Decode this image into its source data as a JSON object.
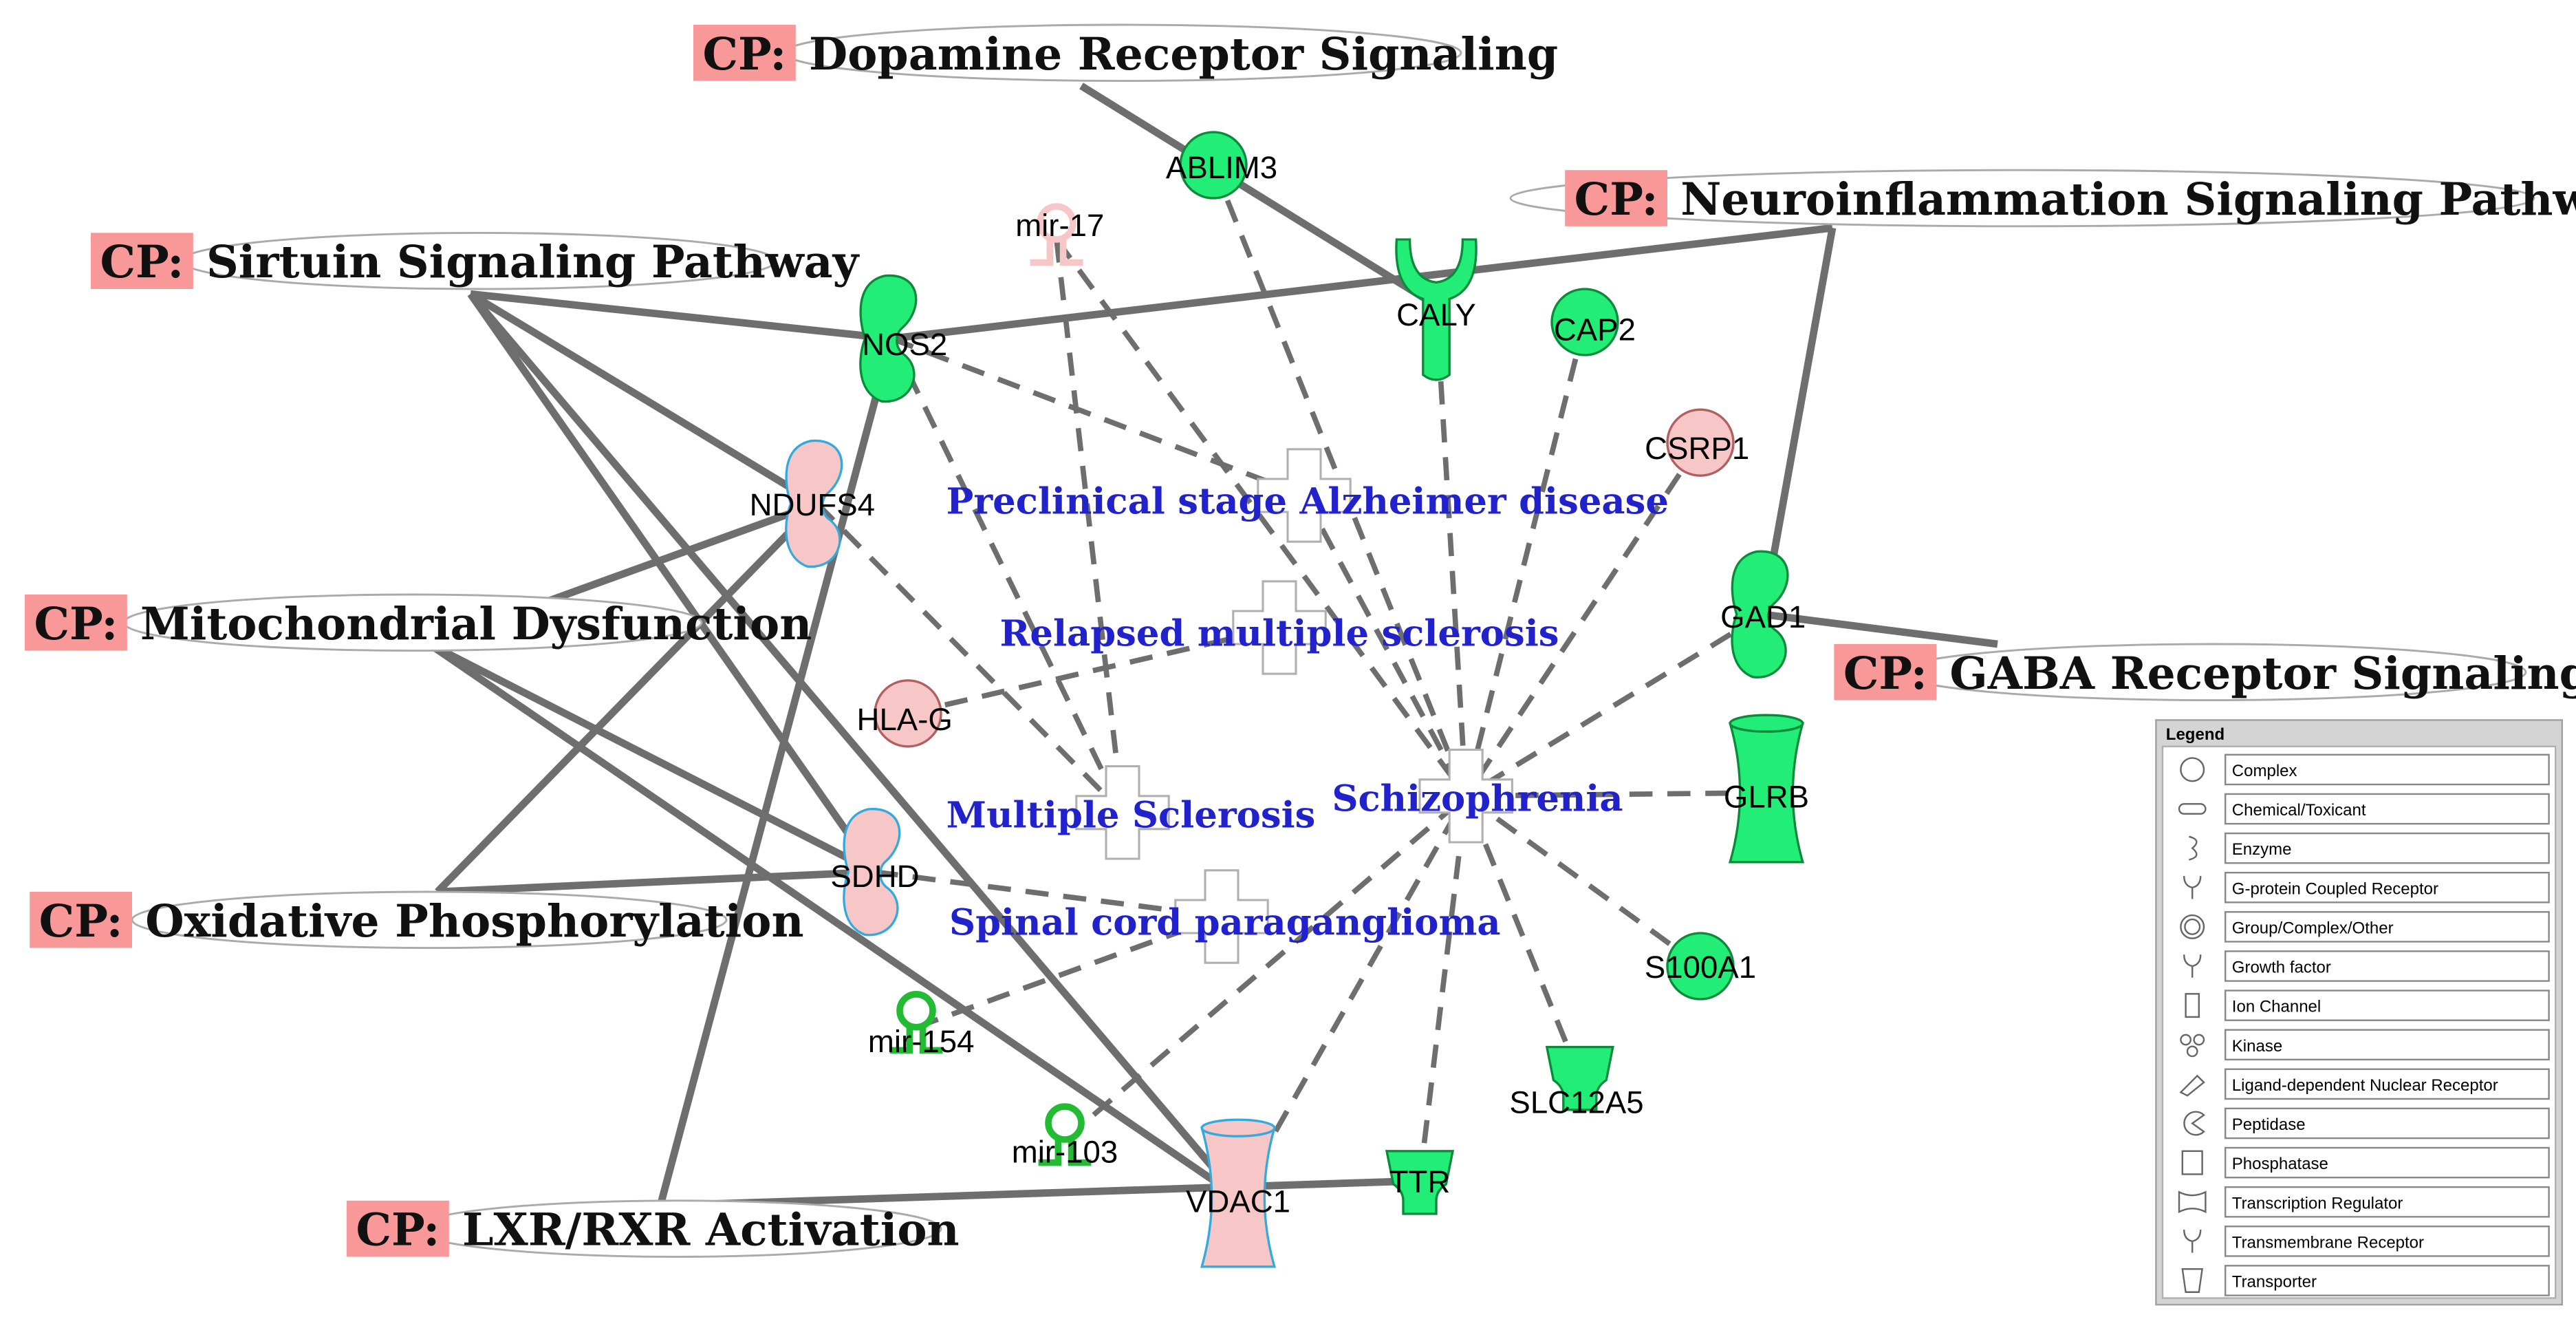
{
  "colors": {
    "up": "#f7c6c6",
    "up_stroke": "#b06060",
    "down": "#22ee77",
    "down_stroke": "#0a8a3a",
    "cp_tag": "#f89898",
    "edge": "#6e6e6e",
    "disease": "#2222cc"
  },
  "pathways": [
    {
      "id": "dopamine",
      "tag": "CP:",
      "label": "Dopamine Receptor Signaling"
    },
    {
      "id": "neuroinflammation",
      "tag": "CP:",
      "label": "Neuroinflammation Signaling Pathway"
    },
    {
      "id": "sirtuin",
      "tag": "CP:",
      "label": "Sirtuin Signaling Pathway"
    },
    {
      "id": "mitochondrial",
      "tag": "CP:",
      "label": "Mitochondrial Dysfunction"
    },
    {
      "id": "gaba",
      "tag": "CP:",
      "label": "GABA Receptor Signaling"
    },
    {
      "id": "oxphos",
      "tag": "CP:",
      "label": "Oxidative Phosphorylation"
    },
    {
      "id": "lxr",
      "tag": "CP:",
      "label": "LXR/RXR Activation"
    }
  ],
  "genes": [
    {
      "id": "mir17",
      "label": "mir-17",
      "shape": "microrna",
      "regulation": "up"
    },
    {
      "id": "ablim3",
      "label": "ABLIM3",
      "shape": "circle",
      "regulation": "down"
    },
    {
      "id": "caly",
      "label": "CALY",
      "shape": "transmembrane-receptor",
      "regulation": "down"
    },
    {
      "id": "cap2",
      "label": "CAP2",
      "shape": "circle",
      "regulation": "down"
    },
    {
      "id": "csrp1",
      "label": "CSRP1",
      "shape": "circle",
      "regulation": "up"
    },
    {
      "id": "nos2",
      "label": "NOS2",
      "shape": "enzyme",
      "regulation": "down"
    },
    {
      "id": "ndufs4",
      "label": "NDUFS4",
      "shape": "enzyme",
      "regulation": "up"
    },
    {
      "id": "gad1",
      "label": "GAD1",
      "shape": "enzyme",
      "regulation": "down"
    },
    {
      "id": "hlag",
      "label": "HLA-G",
      "shape": "circle",
      "regulation": "up"
    },
    {
      "id": "glrb",
      "label": "GLRB",
      "shape": "ion-channel",
      "regulation": "down"
    },
    {
      "id": "sdhd",
      "label": "SDHD",
      "shape": "enzyme",
      "regulation": "up"
    },
    {
      "id": "s100a1",
      "label": "S100A1",
      "shape": "circle",
      "regulation": "down"
    },
    {
      "id": "mir154",
      "label": "mir-154",
      "shape": "microrna",
      "regulation": "down"
    },
    {
      "id": "slc12a5",
      "label": "SLC12A5",
      "shape": "transporter",
      "regulation": "down"
    },
    {
      "id": "mir103",
      "label": "mir-103",
      "shape": "microrna",
      "regulation": "down"
    },
    {
      "id": "vdac1",
      "label": "VDAC1",
      "shape": "ion-channel",
      "regulation": "up"
    },
    {
      "id": "ttr",
      "label": "TTR",
      "shape": "transporter",
      "regulation": "down"
    }
  ],
  "diseases": [
    {
      "id": "alz",
      "label": "Preclinical stage Alzheimer disease"
    },
    {
      "id": "rms",
      "label": "Relapsed multiple sclerosis"
    },
    {
      "id": "ms",
      "label": "Multiple Sclerosis"
    },
    {
      "id": "scz",
      "label": "Schizophrenia"
    },
    {
      "id": "scp",
      "label": "Spinal cord paraganglioma"
    }
  ],
  "solid_edges": [
    [
      "dopamine",
      "caly"
    ],
    [
      "neuroinflammation",
      "nos2"
    ],
    [
      "neuroinflammation",
      "gad1"
    ],
    [
      "sirtuin",
      "nos2"
    ],
    [
      "sirtuin",
      "ndufs4"
    ],
    [
      "sirtuin",
      "sdhd"
    ],
    [
      "sirtuin",
      "vdac1"
    ],
    [
      "mitochondrial",
      "ndufs4"
    ],
    [
      "mitochondrial",
      "sdhd"
    ],
    [
      "mitochondrial",
      "vdac1"
    ],
    [
      "gaba",
      "gad1"
    ],
    [
      "oxphos",
      "ndufs4"
    ],
    [
      "oxphos",
      "sdhd"
    ],
    [
      "lxr",
      "nos2"
    ],
    [
      "lxr",
      "ttr"
    ]
  ],
  "dashed_edges": [
    [
      "nos2",
      "alz"
    ],
    [
      "nos2",
      "ms"
    ],
    [
      "ndufs4",
      "ms"
    ],
    [
      "mir17",
      "ms"
    ],
    [
      "mir17",
      "scz"
    ],
    [
      "ablim3",
      "scz"
    ],
    [
      "caly",
      "scz"
    ],
    [
      "cap2",
      "scz"
    ],
    [
      "csrp1",
      "scz"
    ],
    [
      "gad1",
      "scz"
    ],
    [
      "glrb",
      "scz"
    ],
    [
      "s100a1",
      "scz"
    ],
    [
      "slc12a5",
      "scz"
    ],
    [
      "ttr",
      "scz"
    ],
    [
      "vdac1",
      "scz"
    ],
    [
      "mir103",
      "scz"
    ],
    [
      "hlag",
      "rms"
    ],
    [
      "mir154",
      "scp"
    ],
    [
      "sdhd",
      "scp"
    ],
    [
      "alz",
      "scz"
    ]
  ],
  "legend": {
    "title": "Legend",
    "items": [
      {
        "label": "Complex",
        "icon": "circle-icon"
      },
      {
        "label": "Chemical/Toxicant",
        "icon": "chemical-icon"
      },
      {
        "label": "Enzyme",
        "icon": "enzyme-icon"
      },
      {
        "label": "G-protein Coupled Receptor",
        "icon": "gpcr-icon"
      },
      {
        "label": "Group/Complex/Other",
        "icon": "group-icon"
      },
      {
        "label": "Growth factor",
        "icon": "growth-factor-icon"
      },
      {
        "label": "Ion Channel",
        "icon": "ion-channel-icon"
      },
      {
        "label": "Kinase",
        "icon": "kinase-icon"
      },
      {
        "label": "Ligand-dependent Nuclear Receptor",
        "icon": "nuclear-receptor-icon"
      },
      {
        "label": "Peptidase",
        "icon": "peptidase-icon"
      },
      {
        "label": "Phosphatase",
        "icon": "phosphatase-icon"
      },
      {
        "label": "Transcription Regulator",
        "icon": "transcription-regulator-icon"
      },
      {
        "label": "Transmembrane Receptor",
        "icon": "transmembrane-receptor-icon"
      },
      {
        "label": "Transporter",
        "icon": "transporter-icon"
      }
    ]
  }
}
